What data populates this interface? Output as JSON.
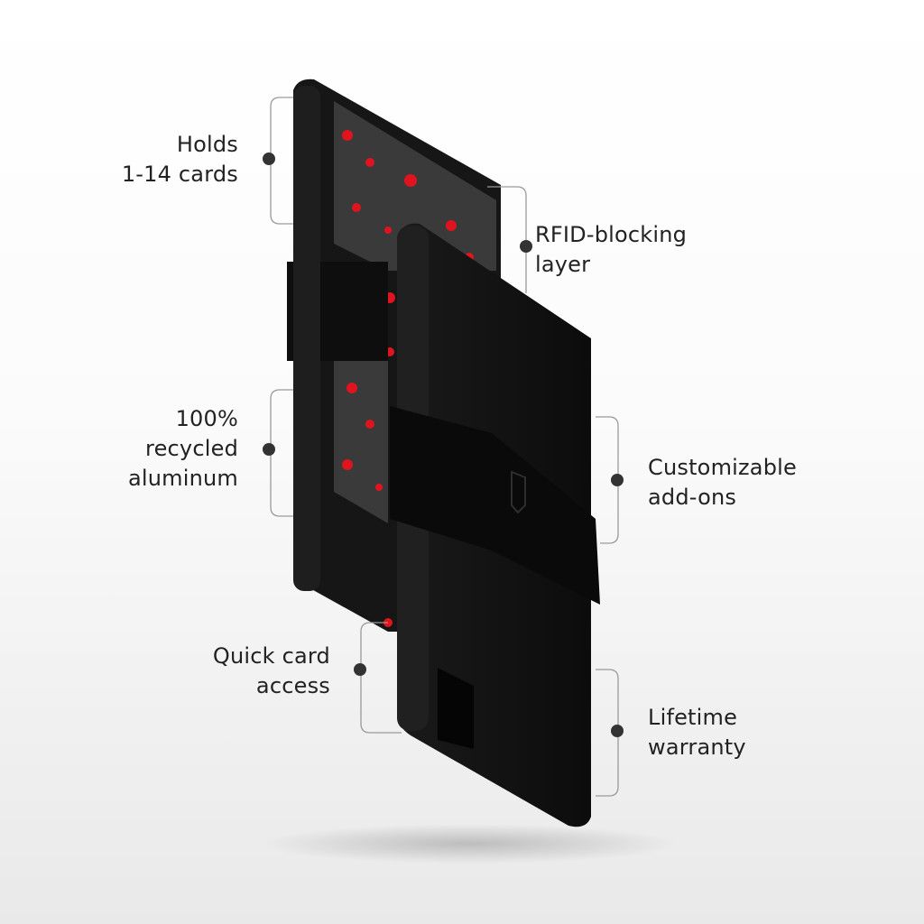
{
  "features": {
    "cards": {
      "lines": [
        "Holds",
        "1-14 cards"
      ]
    },
    "rfid": {
      "lines": [
        "RFID-blocking",
        "layer"
      ]
    },
    "aluminum": {
      "lines": [
        "100%",
        "recycled",
        "aluminum"
      ]
    },
    "addons": {
      "lines": [
        "Customizable",
        "add-ons"
      ]
    },
    "access": {
      "lines": [
        "Quick card",
        "access"
      ]
    },
    "warranty": {
      "lines": [
        "Lifetime",
        "warranty"
      ]
    }
  },
  "colors": {
    "wallet": "#141414",
    "card_accent": "#e0141e",
    "text": "#222222",
    "bracket": "#9a9a9a"
  }
}
